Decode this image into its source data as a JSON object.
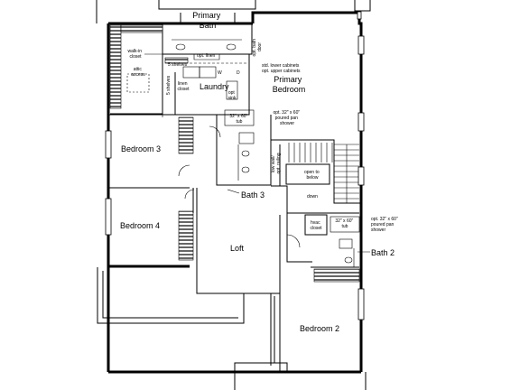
{
  "rooms": {
    "primary_bath": "Primary\nBath",
    "primary_bedroom": "Primary\nBedroom",
    "laundry": "Laundry",
    "bedroom3": "Bedroom 3",
    "bedroom4": "Bedroom 4",
    "loft": "Loft",
    "bath3": "Bath 3",
    "bath2": "Bath 2",
    "bedroom2": "Bedroom 2"
  },
  "notes": {
    "walk_in_closet": "walk-in\ncloset",
    "attic_access": "attic\naccess",
    "shelves_top": "5 shelves",
    "shelves_side": "5 shelves",
    "linen_closet": "linen\ncloset",
    "opt_linen": "opt. linen",
    "opt_sink": "opt\nsink",
    "opt_bath_door": "opt. bath\ndoor",
    "std_lower_cabinets": "std. lower cabinets\nopt. upper cabinets",
    "opt_tub_primary": "opt. 32\" x 60\"\npoured pan\nshower",
    "tub_bath3": "32\" x 60\"\ntub",
    "low_wall": "low wall/\nopt. railing",
    "open_to_below": "open to\nbelow",
    "down": "down",
    "hvac_closet": "hvac\ncloset",
    "tub_bath2": "32\" x 60\"\ntub",
    "opt_tub_bath2": "opt. 32\" x 60\"\npoured pan\nshower",
    "washer": "W",
    "dryer": "D"
  }
}
